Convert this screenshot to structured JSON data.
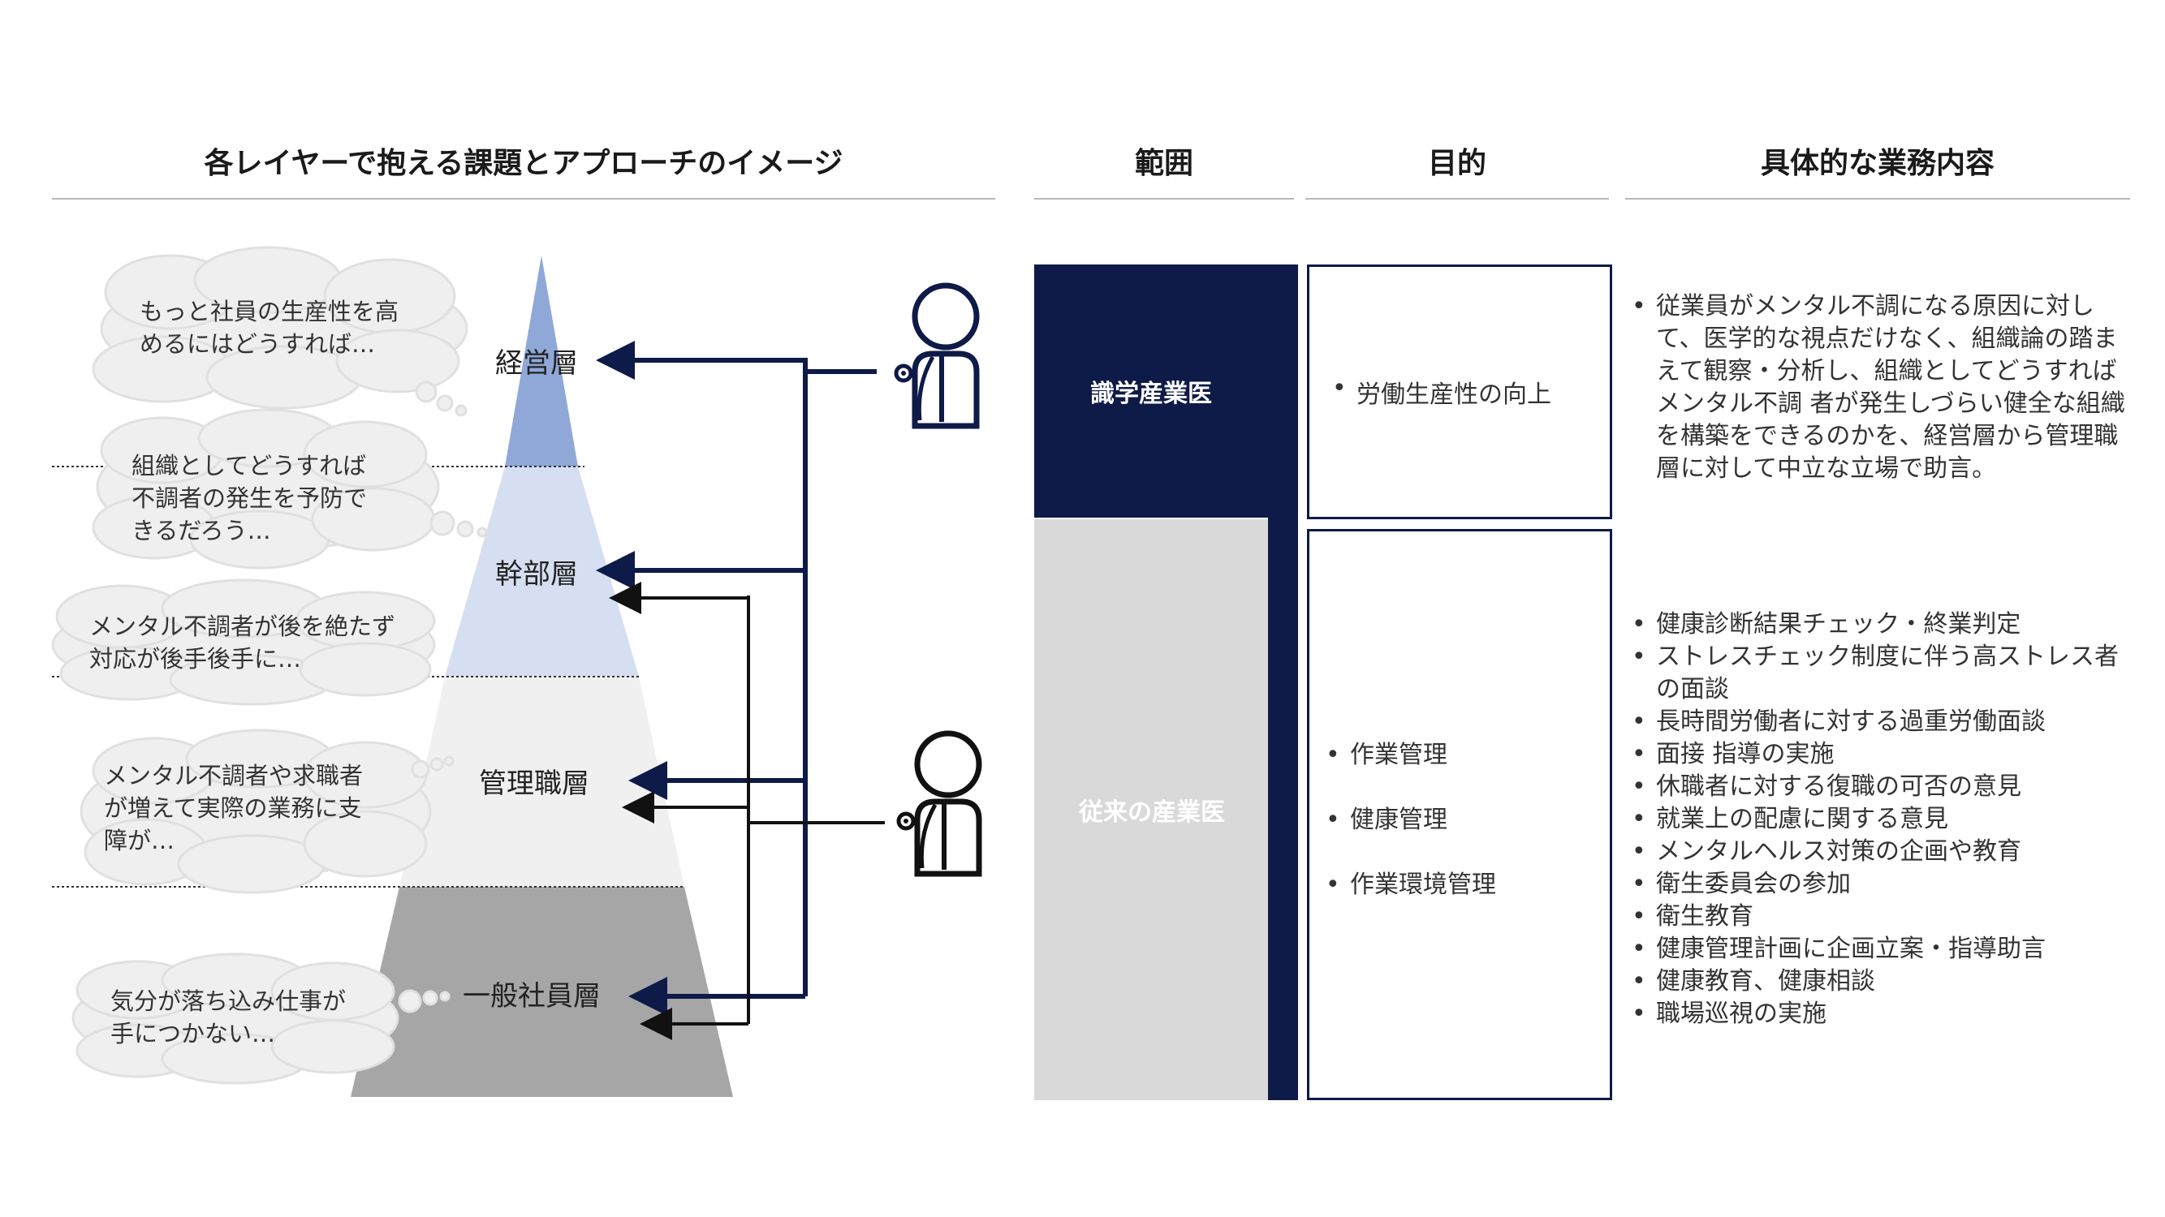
{
  "headers": {
    "left": "各レイヤーで抱える課題とアプローチのイメージ",
    "scope": "範囲",
    "purpose": "目的",
    "details": "具体的な業務内容"
  },
  "bubbles": [
    "もっと社員の生産性を高\nめるにはどうすれば…",
    "組織としてどうすれば\n不調者の発生を予防で\nきるだろう…",
    "メンタル不調者が後を絶たず\n対応が後手後手に…",
    "メンタル不調者や求職者\nが増えて実際の業務に支\n障が…",
    "気分が落ち込み仕事が\n手につかない…"
  ],
  "layers": [
    "経営層",
    "幹部層",
    "管理職層",
    "一般社員層"
  ],
  "scopes": {
    "top": "識学産業医",
    "bottom": "従来の産業医"
  },
  "purposes": {
    "top": [
      "労働生産性の向上"
    ],
    "bottom": [
      "作業管理",
      "健康管理",
      "作業環境管理"
    ]
  },
  "details": {
    "top": [
      "従業員がメンタル不調になる原因に対して、医学的な視点だけなく、組織論の踏まえて観察・分析し、組織としてどうすればメンタル不調 者が発生しづらい健全な組織を構築をできるのかを、経営層から管理職層に対して中立な立場で助言。"
    ],
    "bottom": [
      "健康診断結果チェック・終業判定",
      "ストレスチェック制度に伴う高ストレス者の面談",
      "長時間労働者に対する過重労働面談",
      "面接 指導の実施",
      "休職者に対する復職の可否の意見",
      "就業上の配慮に関する意見",
      "メンタルヘルス対策の企画や教育",
      "衛生委員会の参加",
      "衛生教育",
      "健康管理計画に企画立案・指導助言",
      "健康教育、健康相談",
      "職場巡視の実施"
    ]
  },
  "colors": {
    "navy": "#0e1a47",
    "tier1": "#8fa8d8",
    "tier2": "#d6def2",
    "tier3": "#f0f0f0",
    "tier4": "#a6a6a6",
    "scope_gray": "#d9d9d9"
  }
}
